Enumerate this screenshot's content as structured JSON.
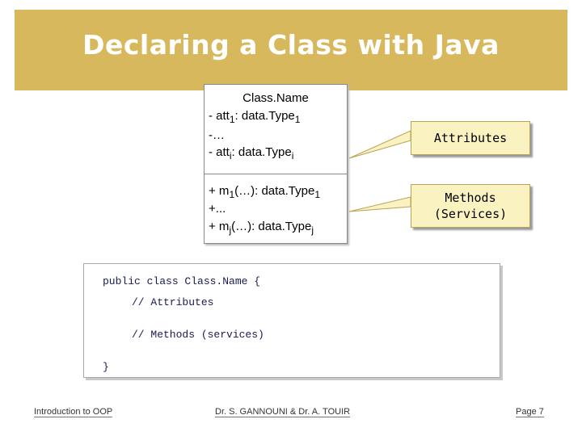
{
  "slide": {
    "title": "Declaring a Class with Java"
  },
  "uml": {
    "class_name": "Class.Name",
    "attr1_prefix": "- att",
    "attr1_sub": "1",
    "attr1_type": ": data.Type",
    "attr1_type_sub": "1",
    "attr_ellipsis": "-…",
    "attri_prefix": "- att",
    "attri_sub": "i",
    "attri_type": ": data.Type",
    "attri_type_sub": "i",
    "m1_prefix": "+ m",
    "m1_sub": "1",
    "m1_rest": "(…): data.Type",
    "m1_type_sub": "1",
    "m_ellipsis": "+...",
    "mj_prefix": "+ m",
    "mj_sub": "j",
    "mj_rest": "(…): data.Type",
    "mj_type_sub": "j"
  },
  "callouts": {
    "attributes": "Attributes",
    "methods_line1": "Methods",
    "methods_line2": "(Services)"
  },
  "code": {
    "line1": "public class Class.Name {",
    "line2": "// Attributes",
    "line3": "// Methods (services)",
    "line4": "}"
  },
  "footer": {
    "left": "Introduction to OOP",
    "center": "Dr. S. GANNOUNI & Dr. A. TOUIR",
    "right": "Page 7"
  },
  "colors": {
    "title_bar": "#d7b85c",
    "callout_fill": "#fbf2c2"
  }
}
